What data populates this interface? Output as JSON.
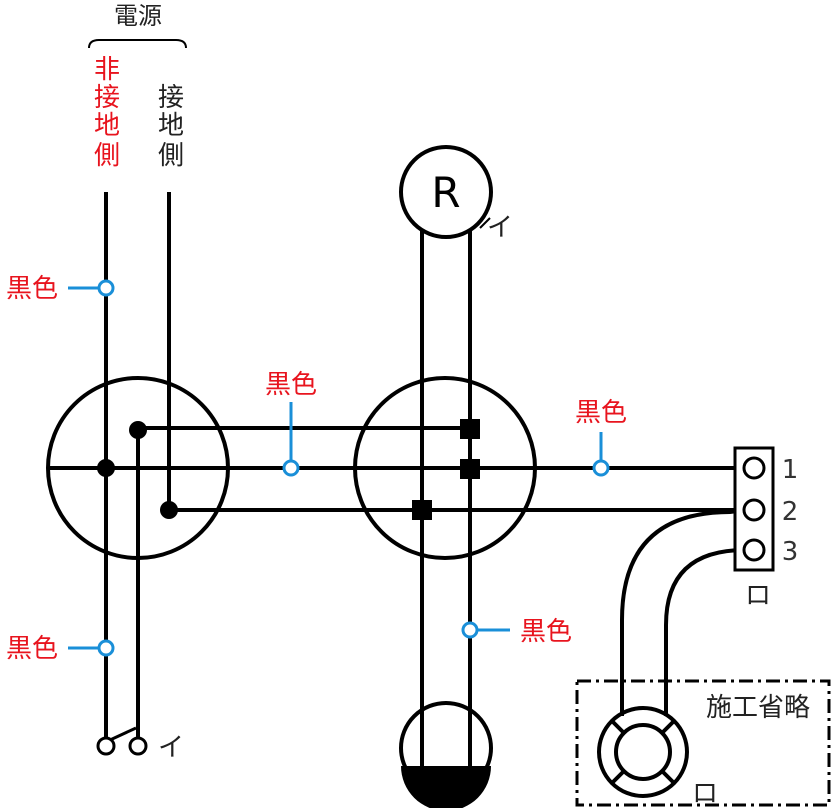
{
  "power": {
    "title": "電源",
    "non_ground_side": [
      "非",
      "接",
      "地",
      "側"
    ],
    "ground_side": [
      "接",
      "地",
      "側"
    ]
  },
  "fixtures": {
    "receptacle_letter": "R",
    "switch_marker": "イ",
    "receptacle_marker": "イ",
    "terminal_box_marker": "ロ",
    "lamp_marker": "ロ",
    "omitted_label": "施工省略"
  },
  "terminals": [
    "1",
    "2",
    "3"
  ],
  "wire_color_labels": {
    "upper_left": "黒色",
    "lower_left": "黒色",
    "middle_between_boxes": "黒色",
    "right_of_box": "黒色",
    "receptacle_drop": "黒色"
  },
  "colors": {
    "label_red": "#e8141e",
    "marker_blue": "#1a8fd8",
    "line": "#000000"
  }
}
